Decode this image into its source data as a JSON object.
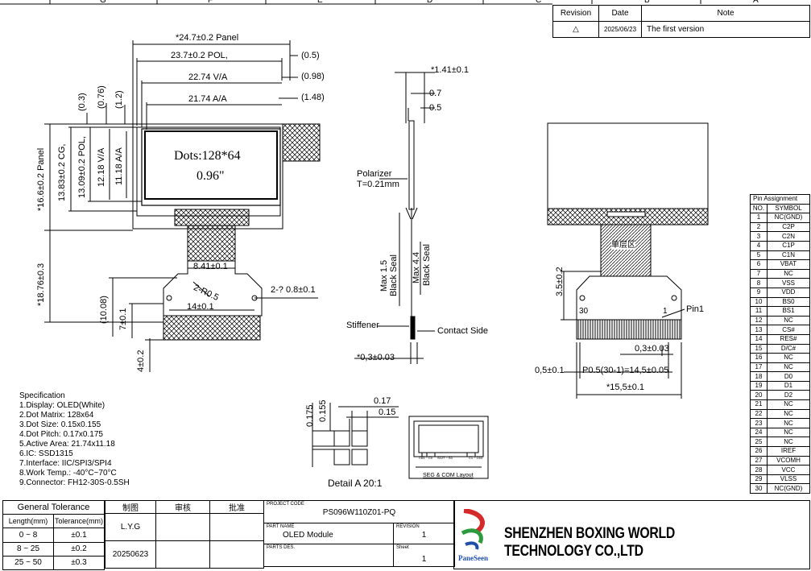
{
  "grid_letters": [
    "G",
    "F",
    "E",
    "D",
    "C",
    "B",
    "A"
  ],
  "revision_table": {
    "headers": [
      "Revision",
      "Date",
      "Note"
    ],
    "rows": [
      {
        "rev_symbol": "△",
        "date": "2025/06/23",
        "note": "The first version"
      }
    ]
  },
  "front_view": {
    "dims_top": [
      "*24.7±0.2 Panel",
      "23.7±0.2 POL,",
      "22.74 V/A",
      "21.74 A/A"
    ],
    "dims_top_right": [
      "(0.5)",
      "(0.98)",
      "(1.48)"
    ],
    "dims_small_vertical": [
      "(0.3)",
      "(0.76)",
      "(1.2)"
    ],
    "dims_left": [
      "*16.6±0.2 Panel",
      "13.83±0.2 CG,",
      "13.09±0.2 POL,",
      "12.18 V/A",
      "11.18 A/A"
    ],
    "dims_bottom_left": [
      "*18.76±0.3",
      "(10.08)",
      "7±0.1",
      "4±0.2"
    ],
    "display_line1": "Dots:128*64",
    "display_line2": "0.96\"",
    "fpc_dims": [
      "8.41±0.1",
      "2-R0.5",
      "14±0.1",
      "2-? 0.8±0.1"
    ]
  },
  "side_view": {
    "dims": [
      "*1.41±0.1",
      "0.7",
      "0.5",
      "*0,3±0.03"
    ],
    "labels": [
      "Polarizer",
      "T=0.21mm",
      "Max 1.5",
      "Black Seal",
      "Max 4.4",
      "Black Seal",
      "Stiffener",
      "Contact Side"
    ]
  },
  "back_view": {
    "labels": [
      "3.5±0.2",
      "30",
      "1",
      "Pin1",
      "单层区"
    ],
    "dims": [
      "0,3±0.03",
      "0,5±0.1",
      "P0.5(30-1)=14,5±0.05",
      "*15,5±0.1"
    ]
  },
  "detail": {
    "dims": [
      "0.175",
      "0.155",
      "0.17",
      "0.15"
    ],
    "title": "Detail A 20:1",
    "layout_labels": [
      "C63 ~ C0",
      "S127 ~ S0",
      "C1 ~ C63"
    ],
    "layout_caption": "SEG & COM Layout"
  },
  "specification": {
    "title": "Specification",
    "items": [
      "1.Display: OLED(White)",
      "2.Dot Matrix: 128x64",
      "3.Dot Size: 0.15x0.155",
      "4.Dot Pitch: 0.17x0.175",
      "5.Active Area: 21.74x11.18",
      "6.IC: SSD1315",
      "7.Interface: IIC/SPI3/SPI4",
      "8.Work Temp.: -40°C~70°C",
      "9.Connector: FH12-30S-0.5SH"
    ]
  },
  "pin_assignment": {
    "title": "Pin Assignment",
    "headers": [
      "NO.",
      "SYMBOL"
    ],
    "pins": [
      [
        "1",
        "NC(GND)"
      ],
      [
        "2",
        "C2P"
      ],
      [
        "3",
        "C2N"
      ],
      [
        "4",
        "C1P"
      ],
      [
        "5",
        "C1N"
      ],
      [
        "6",
        "VBAT"
      ],
      [
        "7",
        "NC"
      ],
      [
        "8",
        "VSS"
      ],
      [
        "9",
        "VDD"
      ],
      [
        "10",
        "BS0"
      ],
      [
        "11",
        "BS1"
      ],
      [
        "12",
        "NC"
      ],
      [
        "13",
        "CS#"
      ],
      [
        "14",
        "RES#"
      ],
      [
        "15",
        "D/C#"
      ],
      [
        "16",
        "NC"
      ],
      [
        "17",
        "NC"
      ],
      [
        "18",
        "D0"
      ],
      [
        "19",
        "D1"
      ],
      [
        "20",
        "D2"
      ],
      [
        "21",
        "NC"
      ],
      [
        "22",
        "NC"
      ],
      [
        "23",
        "NC"
      ],
      [
        "24",
        "NC"
      ],
      [
        "25",
        "NC"
      ],
      [
        "26",
        "IREF"
      ],
      [
        "27",
        "VCOMH"
      ],
      [
        "28",
        "VCC"
      ],
      [
        "29",
        "VLSS"
      ],
      [
        "30",
        "NC(GND)"
      ]
    ]
  },
  "general_tolerance": {
    "title": "General Tolerance",
    "headers": [
      "Length(mm)",
      "Tolerance(mm)"
    ],
    "rows": [
      [
        "0 ~ 8",
        "±0.1"
      ],
      [
        "8 ~ 25",
        "±0.2"
      ],
      [
        "25 ~ 50",
        "±0.3"
      ]
    ]
  },
  "title_block": {
    "headers": [
      "制图",
      "审核",
      "批准"
    ],
    "drawn_by": "L.Y.G",
    "date": "20250623",
    "project_code_label": "PROJECT CODE",
    "project_code": "PS096W110Z01-PQ",
    "part_name_label": "PART NAME",
    "part_name": "OLED  Module",
    "revision_label": "REVISION",
    "revision": "1",
    "parts_des_label": "PARTS DES.",
    "sheet_label": "Sheet",
    "sheet": "1",
    "company": "SHENZHEN BOXING WORLD TECHNOLOGY CO.,LTD",
    "brand": "PaneSeen",
    "logo_colors": [
      "#d42a2a",
      "#2e9a3e",
      "#1f4fa8"
    ]
  }
}
